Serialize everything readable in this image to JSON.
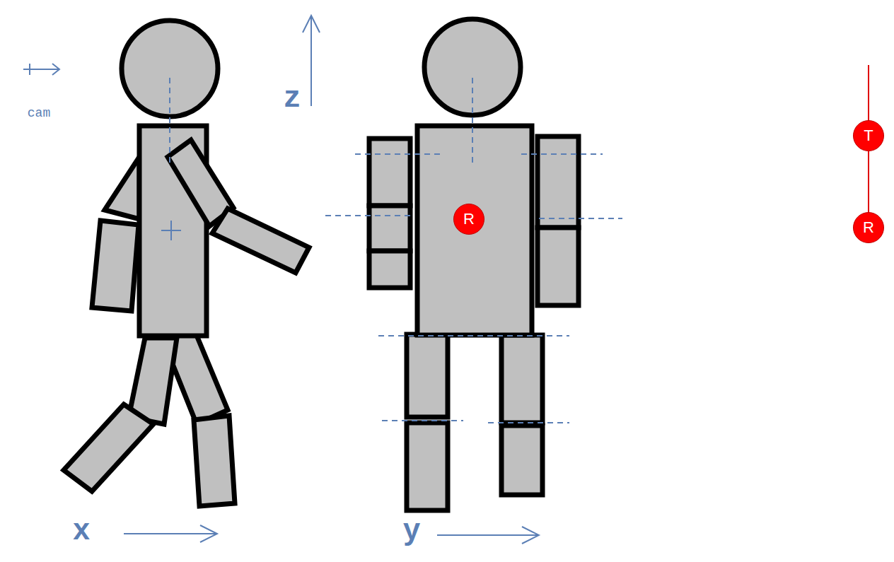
{
  "diagram": {
    "nodes": [
      {
        "text": [
          "R"
        ]
      },
      {
        "text": [
          "T"
        ]
      },
      {
        "text": [
          "R"
        ]
      }
    ],
    "edges": [
      {
        "from": 1,
        "to": 2,
        "arrow": "none"
      }
    ],
    "labels": [
      "cam",
      "z",
      "x",
      "y"
    ]
  }
}
